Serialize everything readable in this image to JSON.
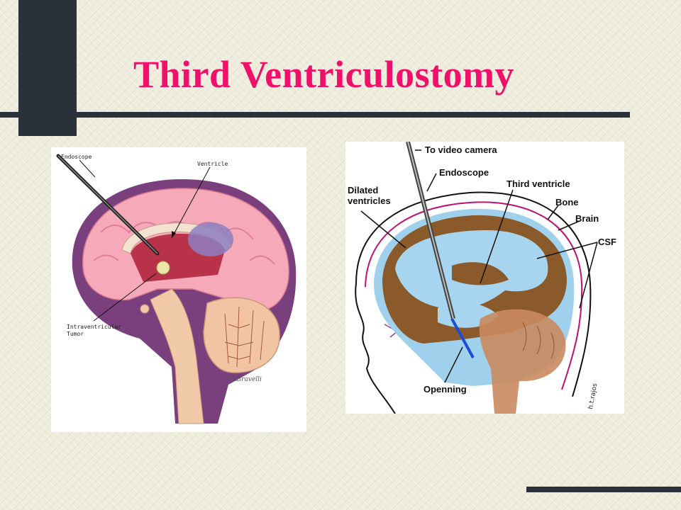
{
  "slide": {
    "title": "Third Ventriculostomy"
  },
  "left_diagram": {
    "labels": {
      "endoscope": "Endoscope",
      "ventricle": "Ventricle",
      "tumor_line1": "Intraventricular",
      "tumor_line2": "Tumor"
    }
  },
  "right_diagram": {
    "labels": {
      "video_camera": "To video camera",
      "endoscope": "Endoscope",
      "third_ventricle": "Third ventricle",
      "dilated_line1": "Dilated",
      "dilated_line2": "ventricles",
      "bone": "Bone",
      "brain": "Brain",
      "csf": "CSF",
      "openning": "Openning"
    }
  },
  "colors": {
    "title": "#f0106a",
    "accent_bar": "#2b313b"
  }
}
